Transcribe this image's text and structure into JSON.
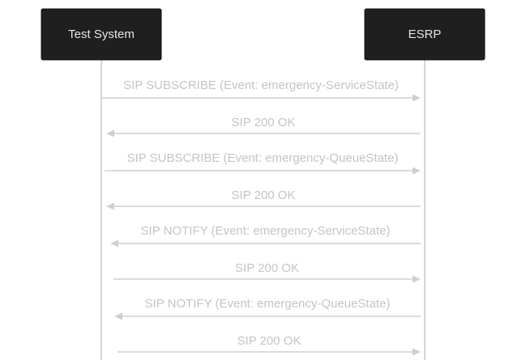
{
  "participants": [
    {
      "id": "test-system",
      "label": "Test System"
    },
    {
      "id": "esrp",
      "label": "ESRP"
    }
  ],
  "messages": [
    {
      "label": "SIP SUBSCRIBE (Event: emergency-ServiceState)",
      "from": "test-system",
      "to": "esrp"
    },
    {
      "label": "SIP 200 OK",
      "from": "esrp",
      "to": "test-system"
    },
    {
      "label": "SIP SUBSCRIBE (Event: emergency-QueueState)",
      "from": "test-system",
      "to": "esrp"
    },
    {
      "label": "SIP 200 OK",
      "from": "esrp",
      "to": "test-system"
    },
    {
      "label": "SIP NOTIFY (Event: emergency-ServiceState)",
      "from": "esrp",
      "to": "test-system"
    },
    {
      "label": "SIP 200 OK",
      "from": "test-system",
      "to": "esrp"
    },
    {
      "label": "SIP NOTIFY (Event: emergency-QueueState)",
      "from": "esrp",
      "to": "test-system"
    },
    {
      "label": "SIP 200 OK",
      "from": "test-system",
      "to": "esrp"
    }
  ],
  "colors": {
    "participant_fill": "#1f1f1f",
    "participant_text": "#e6e6e6",
    "lifeline": "#c8c8c8",
    "message": "#cfcfcf",
    "message_text": "#c4c4c4"
  }
}
